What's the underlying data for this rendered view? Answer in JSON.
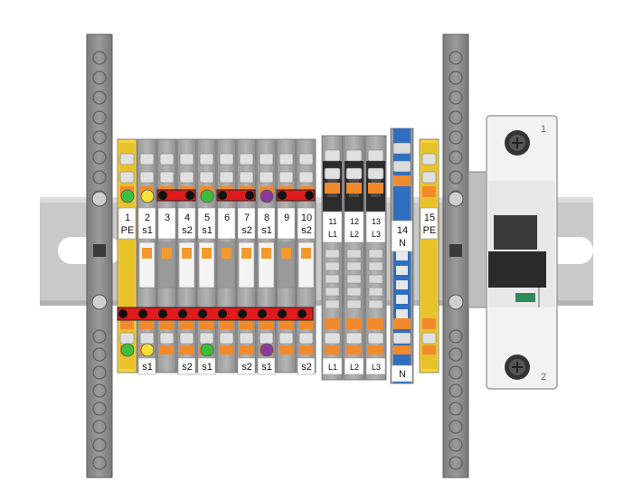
{
  "terminals": [
    {
      "number": "1",
      "label": "PE",
      "bottom_label": "",
      "kind": "pe"
    },
    {
      "number": "2",
      "label": "s1",
      "bottom_label": "s1",
      "kind": "std"
    },
    {
      "number": "3",
      "label": "",
      "bottom_label": "",
      "kind": "std"
    },
    {
      "number": "4",
      "label": "s2",
      "bottom_label": "s2",
      "kind": "std"
    },
    {
      "number": "5",
      "label": "s1",
      "bottom_label": "s1",
      "kind": "std"
    },
    {
      "number": "6",
      "label": "",
      "bottom_label": "",
      "kind": "std"
    },
    {
      "number": "7",
      "label": "s2",
      "bottom_label": "s2",
      "kind": "std"
    },
    {
      "number": "8",
      "label": "s1",
      "bottom_label": "s1",
      "kind": "std"
    },
    {
      "number": "9",
      "label": "",
      "bottom_label": "",
      "kind": "std"
    },
    {
      "number": "10",
      "label": "s2",
      "bottom_label": "s2",
      "kind": "std"
    },
    {
      "number": "11",
      "label": "L1",
      "bottom_label": "L1",
      "kind": "fuse"
    },
    {
      "number": "12",
      "label": "L2",
      "bottom_label": "L2",
      "kind": "fuse"
    },
    {
      "number": "13",
      "label": "L3",
      "bottom_label": "L3",
      "kind": "fuse"
    },
    {
      "number": "14",
      "label": "N",
      "bottom_label": "N",
      "kind": "neutral"
    },
    {
      "number": "15",
      "label": "PE",
      "bottom_label": "",
      "kind": "pe"
    }
  ],
  "breaker": {
    "top_terminal": "1",
    "bottom_terminal": "2"
  },
  "colors": {
    "rail": "#c8c8c8",
    "end_bracket": "#8a8a8a",
    "terminal_body": "#a9a9a9",
    "pe_yellow": "#f5d33a",
    "pe_green": "#3fbf3f",
    "neutral_blue": "#2f6fbf",
    "lever_orange": "#f08a2c",
    "bridge_red": "#e01b1b",
    "marker_yellow": "#f7e03a",
    "marker_green": "#38c038",
    "marker_purple": "#8a3a9a",
    "marker_orange": "#f39a2a",
    "breaker_white": "#f2f2f2"
  }
}
